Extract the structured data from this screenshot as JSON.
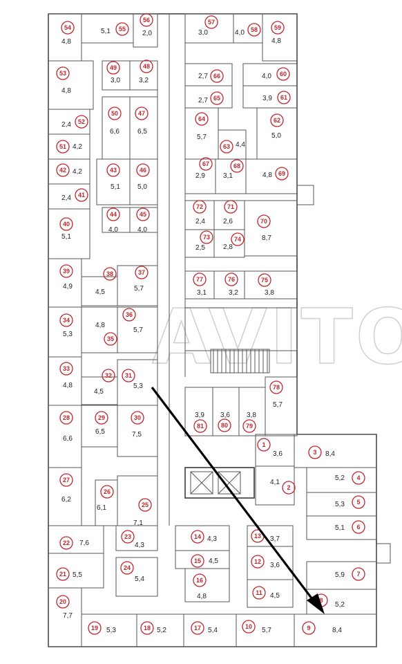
{
  "watermark": "AVITO",
  "colors": {
    "badge": "#c0272d",
    "wall": "#3a3a3a",
    "arrow": "#000000"
  },
  "rooms": [
    {
      "n": "1",
      "area": "3,6"
    },
    {
      "n": "2",
      "area": "4,1"
    },
    {
      "n": "3",
      "area": "8,4"
    },
    {
      "n": "4",
      "area": "5,2"
    },
    {
      "n": "5",
      "area": "5,3"
    },
    {
      "n": "6",
      "area": "5,1"
    },
    {
      "n": "7",
      "area": "5,9"
    },
    {
      "n": "8",
      "area": "5,2"
    },
    {
      "n": "9",
      "area": "8,4"
    },
    {
      "n": "10",
      "area": "5,7"
    },
    {
      "n": "11",
      "area": "4,5"
    },
    {
      "n": "12",
      "area": "3,6"
    },
    {
      "n": "13",
      "area": "3,7"
    },
    {
      "n": "14",
      "area": "4,3"
    },
    {
      "n": "15",
      "area": "4,5"
    },
    {
      "n": "16",
      "area": "4,8"
    },
    {
      "n": "17",
      "area": "5,4"
    },
    {
      "n": "18",
      "area": "5,2"
    },
    {
      "n": "19",
      "area": "5,3"
    },
    {
      "n": "20",
      "area": "7,7"
    },
    {
      "n": "21",
      "area": "5,5"
    },
    {
      "n": "22",
      "area": "7,6"
    },
    {
      "n": "23",
      "area": "4,3"
    },
    {
      "n": "24",
      "area": "5,4"
    },
    {
      "n": "25",
      "area": "7,1"
    },
    {
      "n": "26",
      "area": "6,1"
    },
    {
      "n": "27",
      "area": "6,2"
    },
    {
      "n": "28",
      "area": "6,6"
    },
    {
      "n": "29",
      "area": "6,5"
    },
    {
      "n": "30",
      "area": "7,5"
    },
    {
      "n": "31",
      "area": "5,3"
    },
    {
      "n": "32",
      "area": "4,5"
    },
    {
      "n": "33",
      "area": "4,8"
    },
    {
      "n": "34",
      "area": "5,3"
    },
    {
      "n": "35",
      "area": "4,8"
    },
    {
      "n": "36",
      "area": "5,7"
    },
    {
      "n": "37",
      "area": "5,7"
    },
    {
      "n": "38",
      "area": "4,5"
    },
    {
      "n": "39",
      "area": "4,9"
    },
    {
      "n": "40",
      "area": "5,1"
    },
    {
      "n": "41",
      "area": "2,4"
    },
    {
      "n": "42",
      "area": "4,2"
    },
    {
      "n": "43",
      "area": "5,1"
    },
    {
      "n": "44",
      "area": "4,0"
    },
    {
      "n": "45",
      "area": "4,0"
    },
    {
      "n": "46",
      "area": "5,0"
    },
    {
      "n": "47",
      "area": "6,5"
    },
    {
      "n": "48",
      "area": "3,2"
    },
    {
      "n": "49",
      "area": "3,0"
    },
    {
      "n": "50",
      "area": "6,6"
    },
    {
      "n": "51",
      "area": "4,2"
    },
    {
      "n": "52",
      "area": "2,4"
    },
    {
      "n": "53",
      "area": "4,8"
    },
    {
      "n": "54",
      "area": "4,8"
    },
    {
      "n": "55",
      "area": "5,1"
    },
    {
      "n": "56",
      "area": "2,0"
    },
    {
      "n": "57",
      "area": "3,0"
    },
    {
      "n": "58",
      "area": "4,0"
    },
    {
      "n": "59",
      "area": "4,8"
    },
    {
      "n": "60",
      "area": "4,0"
    },
    {
      "n": "61",
      "area": "3,9"
    },
    {
      "n": "62",
      "area": "5,0"
    },
    {
      "n": "63",
      "area": "4,4"
    },
    {
      "n": "64",
      "area": "5,7"
    },
    {
      "n": "65",
      "area": "2,7"
    },
    {
      "n": "66",
      "area": "2,7"
    },
    {
      "n": "67",
      "area": "2,9"
    },
    {
      "n": "68",
      "area": "3,1"
    },
    {
      "n": "69",
      "area": "4,8"
    },
    {
      "n": "70",
      "area": "8,7"
    },
    {
      "n": "71",
      "area": "2,6"
    },
    {
      "n": "72",
      "area": "2,4"
    },
    {
      "n": "73",
      "area": "2,5"
    },
    {
      "n": "74",
      "area": "2,8"
    },
    {
      "n": "75",
      "area": "3,8"
    },
    {
      "n": "76",
      "area": "3,2"
    },
    {
      "n": "77",
      "area": "3,1"
    },
    {
      "n": "78",
      "area": "5,7"
    },
    {
      "n": "79",
      "area": "3,8"
    },
    {
      "n": "80",
      "area": "3,6"
    },
    {
      "n": "81",
      "area": "3,9"
    }
  ]
}
